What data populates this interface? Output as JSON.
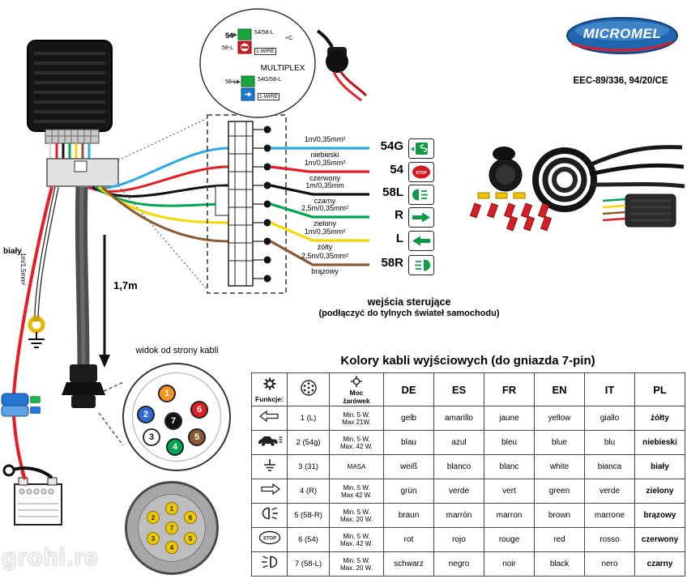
{
  "watermark": "grohi.re",
  "header": {
    "brand": "MICROMEL",
    "cert": "EEC-89/336, 94/20/CE"
  },
  "callout": {
    "title": "MULTIPLEX",
    "top_left_label": "54",
    "top_left_sub": "58-L",
    "top_right_line1": "54/58-L",
    "top_right_line2": "+C",
    "top_right_line3": "1-WIRE",
    "bottom_left_label": "58-L",
    "bottom_right_line1": "54G/58-L",
    "bottom_right_line2": "1-WIRE"
  },
  "wires": [
    {
      "spec": "1m/0,35mm²",
      "name": "niebieski",
      "signal": "54G",
      "color": "#29abe2"
    },
    {
      "spec": "1m/0,35mm²",
      "name": "czerwony",
      "signal": "54",
      "color": "#e31e24"
    },
    {
      "spec": "1m/0,35mm",
      "name": "czarny",
      "signal": "58L",
      "color": "#111111"
    },
    {
      "spec": "2,5m/0,35mm²",
      "name": "zielony",
      "signal": "R",
      "color": "#00a651"
    },
    {
      "spec": "1m/0,35mm²",
      "name": "żółty",
      "signal": "L",
      "color": "#f5d800"
    },
    {
      "spec": "2,5m/0,35mm²",
      "name": "brązowy",
      "signal": "58R",
      "color": "#8c5a32"
    }
  ],
  "caption": {
    "line1": "wejścia sterujące",
    "line2": "(podłączyć do tylnych świateł samochodu)"
  },
  "left_labels": {
    "white_wire": "biały",
    "white_spec": "1m/1,5mm²",
    "cable_length": "1,7m",
    "connector_view": "widok od strony kabli"
  },
  "connector_pins": [
    {
      "n": "1",
      "color": "#f7941d"
    },
    {
      "n": "2",
      "color": "#2f6bd8"
    },
    {
      "n": "3",
      "color": "#ffffff"
    },
    {
      "n": "4",
      "color": "#00a651"
    },
    {
      "n": "5",
      "color": "#8c5a32"
    },
    {
      "n": "6",
      "color": "#e31e24"
    },
    {
      "n": "7",
      "color": "#111111"
    }
  ],
  "socket_pins": [
    "1",
    "2",
    "3",
    "4",
    "5",
    "6",
    "7"
  ],
  "icons": {
    "stop_label": "STOP"
  },
  "table": {
    "title": "Kolory kabli wyjściowych (do gniazda 7-pin)",
    "header": {
      "funkcje": "Funkcje:",
      "moc": "Moc\nżarówek",
      "langs": [
        "DE",
        "ES",
        "FR",
        "EN",
        "IT",
        "PL"
      ]
    },
    "rows": [
      {
        "icon": "arrow-left",
        "pin": "1 (L)",
        "moc": "Min. 5 W.\nMax 21W.",
        "colors": [
          "gelb",
          "amarillo",
          "jaune",
          "yellow",
          "giallo",
          "żółty"
        ]
      },
      {
        "icon": "car-lights",
        "pin": "2 (54g)",
        "moc": "Min. 5 W.\nMax. 42 W.",
        "colors": [
          "blau",
          "azul",
          "bleu",
          "blue",
          "blu",
          "niebieski"
        ]
      },
      {
        "icon": "ground",
        "pin": "3 (31)",
        "moc": "MASA",
        "colors": [
          "weiß",
          "blanco",
          "blanc",
          "white",
          "bianca",
          "biały"
        ]
      },
      {
        "icon": "arrow-right",
        "pin": "4 (R)",
        "moc": "Min. 5 W.\nMax 42 W.",
        "colors": [
          "grün",
          "verde",
          "vert",
          "green",
          "verde",
          "zielony"
        ]
      },
      {
        "icon": "fog-light",
        "pin": "5 (58-R)",
        "moc": "Min. 5 W.\nMax. 20 W.",
        "colors": [
          "braun",
          "marrón",
          "marron",
          "brown",
          "marrone",
          "brązowy"
        ]
      },
      {
        "icon": "stop",
        "pin": "6 (54)",
        "moc": "Min. 5 W.\nMax. 42 W.",
        "colors": [
          "rot",
          "rojo",
          "rouge",
          "red",
          "rosso",
          "czerwony"
        ]
      },
      {
        "icon": "tail-light",
        "pin": "7 (58-L)",
        "moc": "Min. 5 W.\nMax. 20 W.",
        "colors": [
          "schwarz",
          "negro",
          "noir",
          "black",
          "nero",
          "czarny"
        ]
      }
    ]
  }
}
